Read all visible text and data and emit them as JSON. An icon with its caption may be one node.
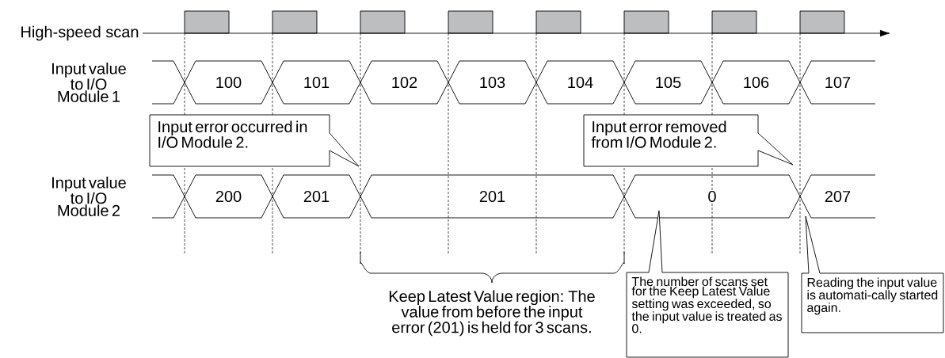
{
  "diagram": {
    "nodes": [
      {
        "text": [
          "100"
        ]
      },
      {
        "text": [
          "101"
        ]
      },
      {
        "text": [
          "102"
        ]
      },
      {
        "text": [
          "103"
        ]
      },
      {
        "text": [
          "104"
        ]
      },
      {
        "text": [
          "105"
        ]
      },
      {
        "text": [
          "106"
        ]
      },
      {
        "text": [
          "107"
        ]
      },
      {
        "text": [
          "Input error occurred in I/O Module 2."
        ]
      },
      {
        "text": [
          "Input error removed from I/O Module 2."
        ]
      },
      {
        "text": [
          "200"
        ]
      },
      {
        "text": [
          "201"
        ]
      },
      {
        "text": [
          "201"
        ]
      },
      {
        "text": [
          "0"
        ]
      },
      {
        "text": [
          "207"
        ]
      },
      {
        "text": [
          "The number of scans set for the Keep Latest Value setting was exceeded, so the input value is treated as 0."
        ]
      },
      {
        "text": [
          "Reading the input value is automati-cally started again."
        ]
      }
    ],
    "labels": [
      "High-speed scan",
      "Input value to I/O Module 1",
      "Input value to I/O Module 2",
      "Keep Latest Value region: The value from before the input error (201) is held for 3 scans."
    ]
  }
}
